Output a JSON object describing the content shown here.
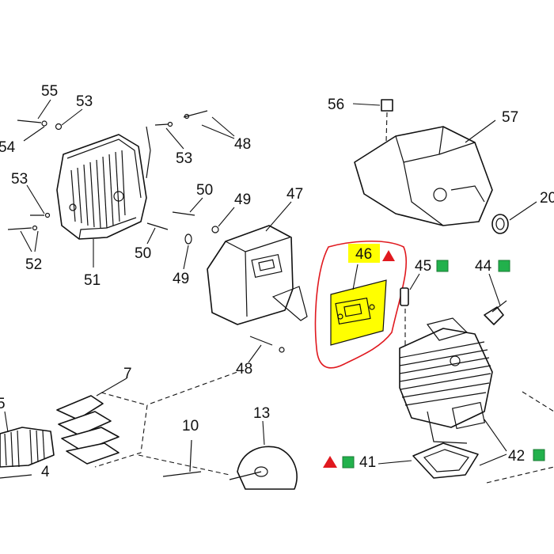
{
  "colors": {
    "highlight_fill": "#ffff00",
    "highlight_outline": "#e0191f",
    "triangle_marker": "#e0191f",
    "square_marker": "#22b14c",
    "line": "#111111"
  },
  "labels": {
    "p55": "55",
    "p53a": "53",
    "p54": "54",
    "p53b": "53",
    "p48a": "48",
    "p53c": "53",
    "p52": "52",
    "p51": "51",
    "p50a": "50",
    "p50b": "50",
    "p49a": "49",
    "p49b": "49",
    "p47": "47",
    "p56": "56",
    "p57": "57",
    "p20": "20",
    "p46": "46",
    "p45": "45",
    "p44": "44",
    "p48b": "48",
    "p7": "7",
    "p5": "5",
    "p4": "4",
    "p10": "10",
    "p13": "13",
    "p41": "41",
    "p42": "42"
  },
  "markers": {
    "p46": [
      "triangle"
    ],
    "p45": [
      "square"
    ],
    "p44": [
      "square"
    ],
    "p41": [
      "triangle",
      "square"
    ],
    "p42": [
      "square"
    ]
  }
}
